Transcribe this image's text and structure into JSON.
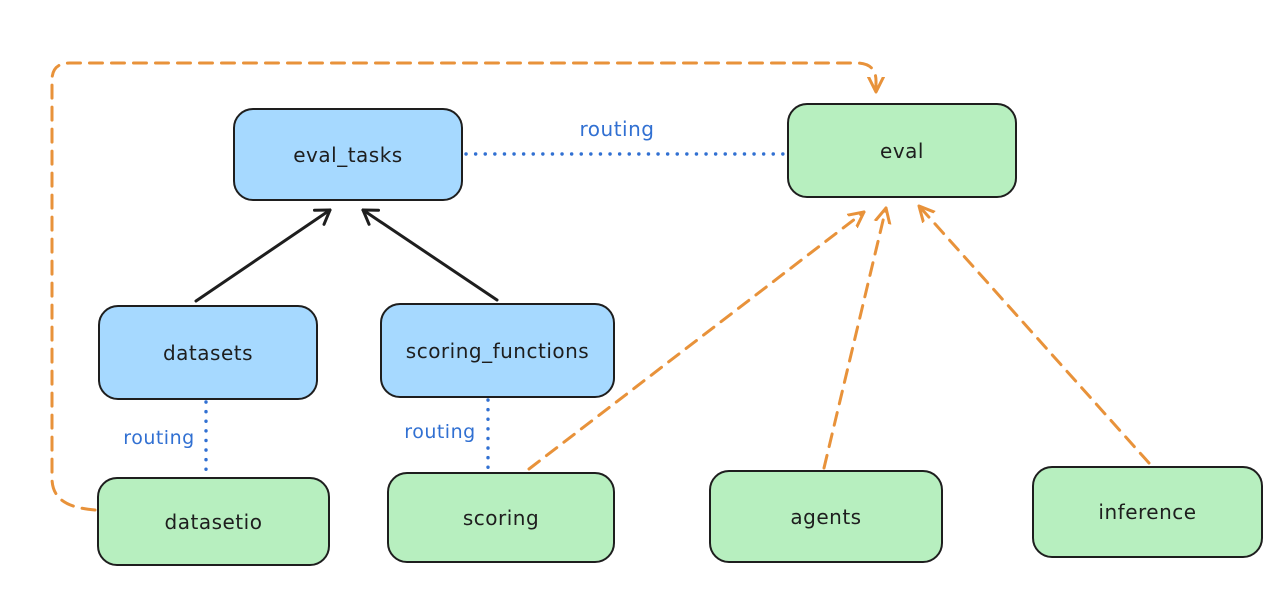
{
  "diagram": {
    "labels": {
      "routing": "routing"
    },
    "colors": {
      "node_stroke": "#1e1e1e",
      "blue_node_fill": "#a6d9ff",
      "green_node_fill": "#b7efbf",
      "routing_blue": "#3170d2",
      "dependency_orange": "#e8923a",
      "parent_arrow_black": "#1e1e1e",
      "background": "#ffffff"
    },
    "nodes": {
      "eval_tasks": {
        "label": "eval_tasks"
      },
      "eval": {
        "label": "eval"
      },
      "datasets": {
        "label": "datasets"
      },
      "scoring_functions": {
        "label": "scoring_functions"
      },
      "datasetio": {
        "label": "datasetio"
      },
      "scoring": {
        "label": "scoring"
      },
      "agents": {
        "label": "agents"
      },
      "inference": {
        "label": "inference"
      }
    },
    "edges": [
      {
        "from": "datasets",
        "to": "eval_tasks",
        "style": "solid-black-arrow"
      },
      {
        "from": "scoring_functions",
        "to": "eval_tasks",
        "style": "solid-black-arrow"
      },
      {
        "from": "eval_tasks",
        "to": "eval",
        "style": "blue-dotted",
        "label": "routing"
      },
      {
        "from": "datasets",
        "to": "datasetio",
        "style": "blue-dotted",
        "label": "routing"
      },
      {
        "from": "scoring_functions",
        "to": "scoring",
        "style": "blue-dotted",
        "label": "routing"
      },
      {
        "from": "datasetio",
        "to": "eval",
        "style": "orange-dashed-arrow"
      },
      {
        "from": "scoring",
        "to": "eval",
        "style": "orange-dashed-arrow"
      },
      {
        "from": "agents",
        "to": "eval",
        "style": "orange-dashed-arrow"
      },
      {
        "from": "inference",
        "to": "eval",
        "style": "orange-dashed-arrow"
      }
    ]
  }
}
